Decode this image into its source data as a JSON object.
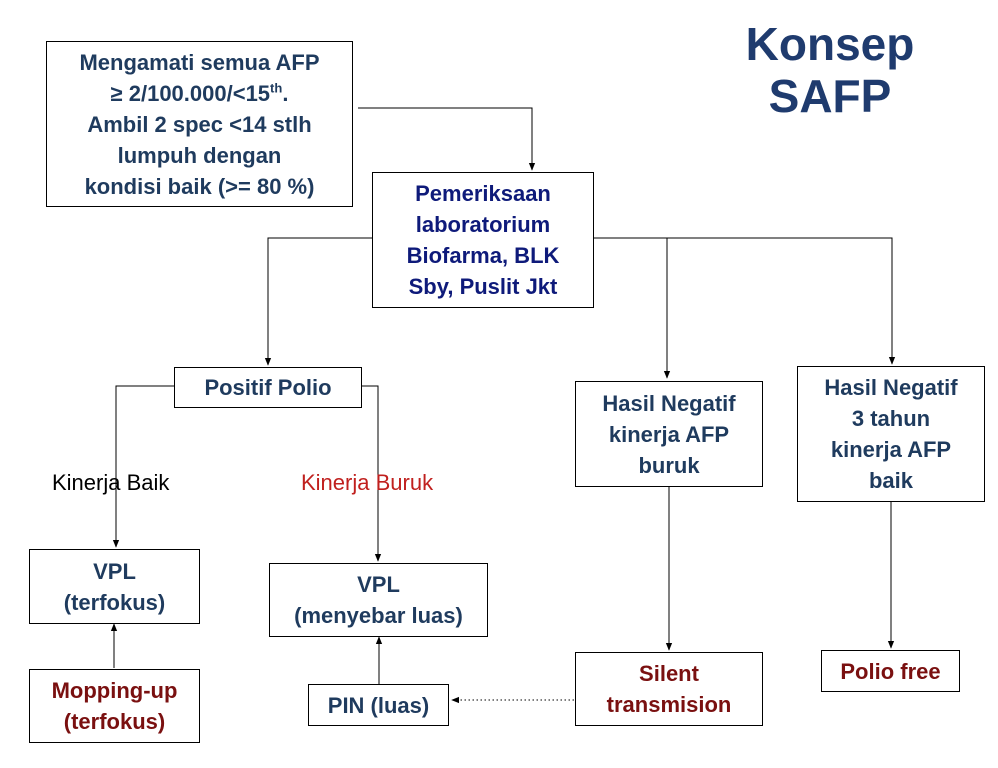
{
  "title": {
    "line1": "Konsep",
    "line2": "SAFP"
  },
  "box_observe": {
    "line1": "Mengamati semua AFP",
    "line2_main": "≥ 2/100.000/<15",
    "line2_sup": "th",
    "line2_end": ".",
    "line3": "Ambil 2 spec <14 stlh",
    "line4": "lumpuh dengan",
    "line5": "kondisi baik (>= 80 %)"
  },
  "box_lab": {
    "line1": "Pemeriksaan",
    "line2": "laboratorium",
    "line3": "Biofarma, BLK",
    "line4": "Sby, Puslit Jkt"
  },
  "box_positive": {
    "label": "Positif Polio"
  },
  "box_neg_bad": {
    "line1": "Hasil Negatif",
    "line2": "kinerja AFP",
    "line3": "buruk"
  },
  "box_neg_good": {
    "line1": "Hasil Negatif",
    "line2": "3 tahun",
    "line3": "kinerja AFP",
    "line4": "baik"
  },
  "label_good": "Kinerja Baik",
  "label_bad": "Kinerja Buruk",
  "box_vpl_focus": {
    "line1": "VPL",
    "line2": "(terfokus)"
  },
  "box_vpl_wide": {
    "line1": "VPL",
    "line2": "(menyebar luas)"
  },
  "box_mopping": {
    "line1": "Mopping-up",
    "line2": "(terfokus)"
  },
  "box_pin": {
    "label": "PIN (luas)"
  },
  "box_silent": {
    "line1": "Silent",
    "line2": "transmision"
  },
  "box_polio_free": {
    "label": "Polio free"
  },
  "colors": {
    "title": "#1f3b6e",
    "box_text_blue": "#1f3b5e",
    "lab_text": "#0e1a7a",
    "outcome_text": "#7a1010",
    "label_good": "#000000",
    "label_bad": "#c0201e"
  }
}
